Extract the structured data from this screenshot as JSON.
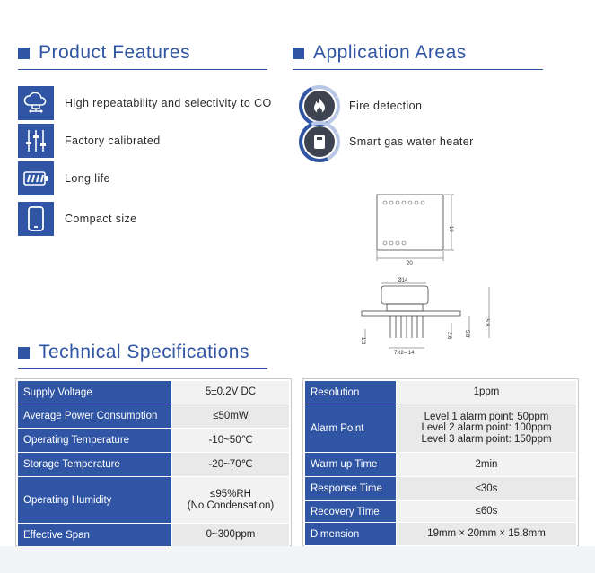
{
  "sections": {
    "features_title": "Product Features",
    "applications_title": "Application Areas",
    "specs_title": "Technical Specifications"
  },
  "features": [
    {
      "label": "High repeatability and selectivity to CO",
      "icon": "cloud-network-icon"
    },
    {
      "label": "Factory calibrated",
      "icon": "sliders-icon"
    },
    {
      "label": "Long life",
      "icon": "battery-icon"
    },
    {
      "label": "Compact size",
      "icon": "phone-icon"
    }
  ],
  "applications": [
    {
      "label": "Fire detection",
      "icon": "flame-icon"
    },
    {
      "label": "Smart gas water heater",
      "icon": "water-heater-icon"
    }
  ],
  "drawing": {
    "top_width": "20",
    "top_height": "19",
    "diameter": "Ø14",
    "total_height": "15.8",
    "pin_len": "1.3",
    "dim_a": "3.6",
    "dim_b": "5.8",
    "pin_span": "7X2= 14"
  },
  "specs_left": [
    {
      "key": "Supply Voltage",
      "value": "5±0.2V DC"
    },
    {
      "key": "Average Power Consumption",
      "value": "≤50mW"
    },
    {
      "key": "Operating Temperature",
      "value": "-10~50℃"
    },
    {
      "key": "Storage Temperature",
      "value": "-20~70℃"
    },
    {
      "key": "Operating Humidity",
      "value1": "≤95%RH",
      "value2": "(No Condensation)"
    },
    {
      "key": "Effective Span",
      "value": "0~300ppm"
    }
  ],
  "specs_right": [
    {
      "key": "Resolution",
      "value": "1ppm"
    },
    {
      "key": "Alarm Point",
      "value1": "Level 1 alarm point: 50ppm",
      "value2": "Level 2 alarm point: 100ppm",
      "value3": "Level 3 alarm point: 150ppm"
    },
    {
      "key": "Warm up Time",
      "value": "2min"
    },
    {
      "key": "Response Time",
      "value": "≤30s"
    },
    {
      "key": "Recovery Time",
      "value": "≤60s"
    },
    {
      "key": "Dimension",
      "value": "19mm × 20mm × 15.8mm"
    }
  ],
  "colors": {
    "accent": "#2f55a4",
    "light_accent": "#b9c7e6",
    "cell_bg": "#f2f2f2"
  }
}
